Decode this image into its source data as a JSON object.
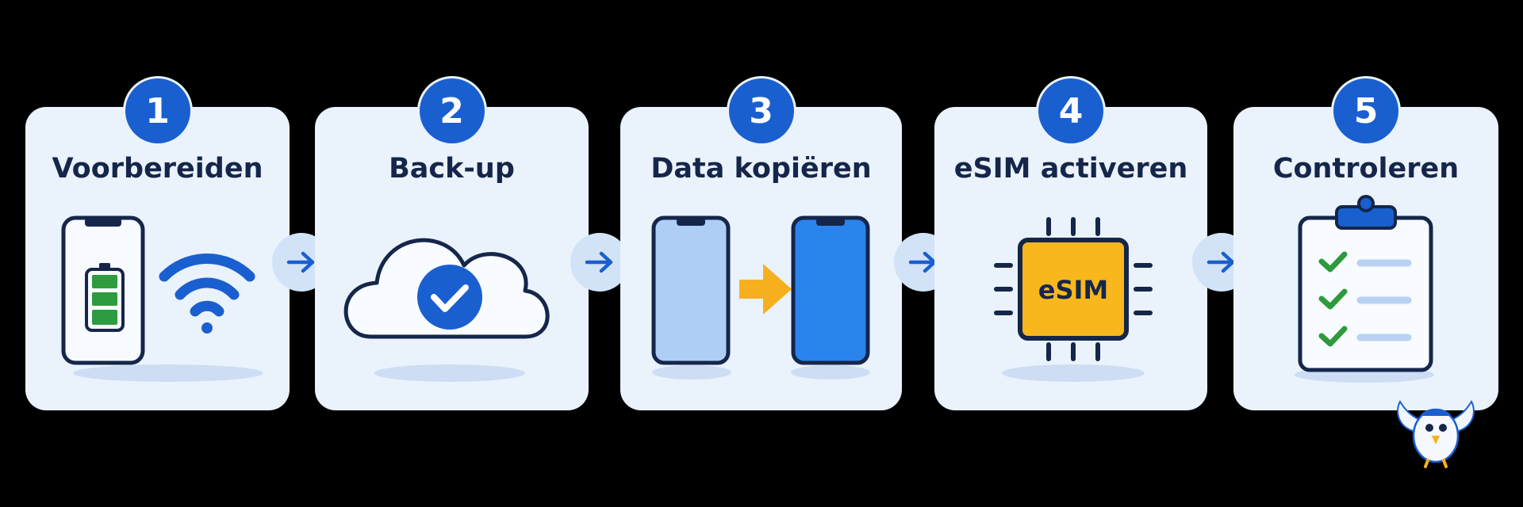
{
  "steps": [
    {
      "number": "1",
      "title": "Voorbereiden"
    },
    {
      "number": "2",
      "title": "Back-up"
    },
    {
      "number": "3",
      "title": "Data kopiëren"
    },
    {
      "number": "4",
      "title": "eSIM activeren",
      "chip_label": "eSIM"
    },
    {
      "number": "5",
      "title": "Controleren"
    }
  ],
  "colors": {
    "primary_blue": "#1A5FD0",
    "card_bg": "#EAF2FC",
    "title_navy": "#15264A",
    "battery_green": "#2E9B3E",
    "arrow_orange": "#F6B01E",
    "chip_yellow": "#F8B71C",
    "check_green": "#2D9A3C"
  },
  "icons": [
    "phone-icon",
    "battery-icon",
    "wifi-icon",
    "cloud-check-icon",
    "phone-transfer-icon",
    "esim-chip-icon",
    "clipboard-checklist-icon",
    "arrow-right-icon",
    "bird-mascot-icon"
  ]
}
